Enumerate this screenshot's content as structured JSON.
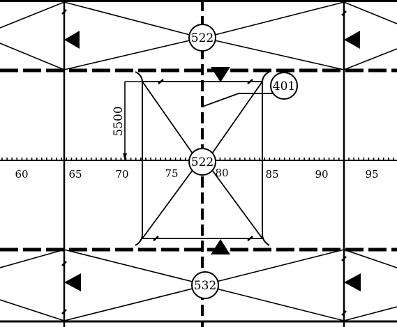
{
  "drawing": {
    "station_axis": {
      "tick_labels": [
        "60",
        "65",
        "70",
        "75",
        "80",
        "85",
        "90",
        "95"
      ]
    },
    "dimension": {
      "value": "5500"
    },
    "callouts": {
      "top_member": "522",
      "center_member": "522",
      "bottom_member": "532",
      "detail_ref": "401"
    }
  }
}
